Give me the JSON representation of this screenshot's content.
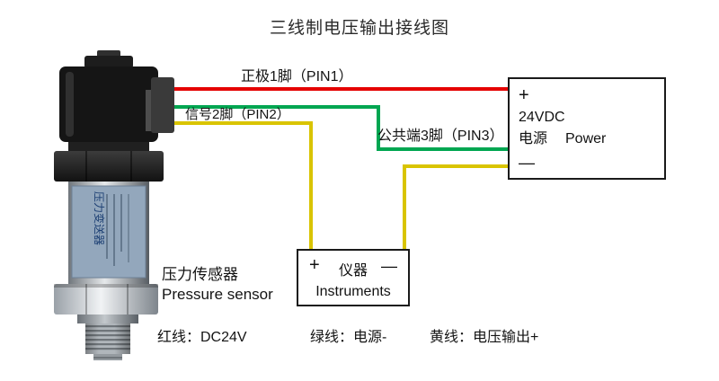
{
  "title": "三线制电压输出接线图",
  "pins": {
    "pin1": "正极1脚（PIN1）",
    "pin2": "信号2脚（PIN2）",
    "pin3": "公共端3脚（PIN3）"
  },
  "power_box": {
    "plus": "+",
    "voltage": "24VDC",
    "label_cn": "电源",
    "label_en": "Power",
    "minus": "—"
  },
  "instrument_box": {
    "plus": "+",
    "minus": "—",
    "label_cn": "仪器",
    "label_en": "Instruments"
  },
  "sensor": {
    "caption_cn": "压力传感器",
    "caption_en": "Pressure sensor",
    "device_label": "压力变送器"
  },
  "legend": {
    "red": "红线：DC24V",
    "green": "绿线：电源-",
    "yellow": "黄线：电压输出+"
  },
  "colors": {
    "red": "#e50000",
    "green": "#00a651",
    "yellow": "#d9c400"
  }
}
